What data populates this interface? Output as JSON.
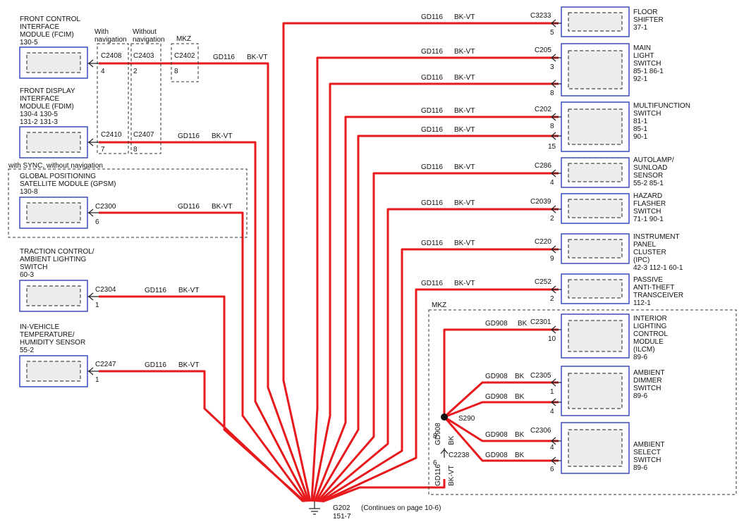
{
  "left_modules": [
    {
      "id": "fcim",
      "lines": [
        "FRONT CONTROL",
        "INTERFACE",
        "MODULE (FCIM)"
      ],
      "refs": [
        "130-5"
      ]
    },
    {
      "id": "fdim",
      "lines": [
        "FRONT DISPLAY",
        "INTERFACE",
        "MODULE (FDIM)"
      ],
      "refs": [
        "130-4    130-5",
        "131-2    131-3"
      ]
    },
    {
      "id": "gpsm",
      "lines": [
        "GLOBAL POSITIONING",
        "SATELLITE MODULE (GPSM)"
      ],
      "refs": [
        "130-8"
      ]
    },
    {
      "id": "traction",
      "lines": [
        "TRACTION CONTROL/",
        "AMBIENT LIGHTING",
        "SWITCH"
      ],
      "refs": [
        "60-3"
      ]
    },
    {
      "id": "temp",
      "lines": [
        "IN-VEHICLE",
        "TEMPERATURE/",
        "HUMIDITY SENSOR"
      ],
      "refs": [
        "55-2"
      ]
    }
  ],
  "option_labels": {
    "with_nav": [
      "With",
      "navigation"
    ],
    "without_nav": [
      "Without",
      "navigation"
    ],
    "mkz": "MKZ",
    "sync": "with SYNC, without navigation",
    "mkz_group": "MKZ"
  },
  "left_connectors": [
    {
      "id": "c2408",
      "name": "C2408",
      "pin": "4"
    },
    {
      "id": "c2403",
      "name": "C2403",
      "pin": "2"
    },
    {
      "id": "c2402",
      "name": "C2402",
      "pin": "8"
    },
    {
      "id": "c2410",
      "name": "C2410",
      "pin": "7"
    },
    {
      "id": "c2407",
      "name": "C2407",
      "pin": "8"
    },
    {
      "id": "c2300",
      "name": "C2300",
      "pin": "6"
    },
    {
      "id": "c2304",
      "name": "C2304",
      "pin": "1"
    },
    {
      "id": "c2247",
      "name": "C2247",
      "pin": "1"
    }
  ],
  "right_modules": [
    {
      "id": "floor",
      "lines": [
        "FLOOR",
        "SHIFTER"
      ],
      "refs": [
        "37-1"
      ]
    },
    {
      "id": "mainlight",
      "lines": [
        "MAIN",
        "LIGHT",
        "SWITCH"
      ],
      "refs": [
        "85-1   86-1",
        "92-1"
      ]
    },
    {
      "id": "multi",
      "lines": [
        "MULTIFUNCTION",
        "SWITCH"
      ],
      "refs": [
        "81-1",
        "85-1",
        "90-1"
      ]
    },
    {
      "id": "autolamp",
      "lines": [
        "AUTOLAMP/",
        "SUNLOAD",
        "SENSOR"
      ],
      "refs": [
        "55-2   85-1"
      ]
    },
    {
      "id": "hazard",
      "lines": [
        "HAZARD",
        "FLASHER",
        "SWITCH"
      ],
      "refs": [
        "71-1   90-1"
      ]
    },
    {
      "id": "ipc",
      "lines": [
        "INSTRUMENT",
        "PANEL",
        "CLUSTER",
        "(IPC)"
      ],
      "refs": [
        "42-3   112-1    60-1"
      ]
    },
    {
      "id": "pats",
      "lines": [
        "PASSIVE",
        "ANTI-THEFT",
        "TRANSCEIVER"
      ],
      "refs": [
        "112-1"
      ]
    },
    {
      "id": "ilcm",
      "lines": [
        "INTERIOR",
        "LIGHTING",
        "CONTROL",
        "MODULE",
        "(ILCM)"
      ],
      "refs": [
        "89-6"
      ]
    },
    {
      "id": "dimmer",
      "lines": [
        "AMBIENT",
        "DIMMER",
        "SWITCH"
      ],
      "refs": [
        "89-6"
      ]
    },
    {
      "id": "select",
      "lines": [
        "AMBIENT",
        "SELECT",
        "SWITCH"
      ],
      "refs": [
        "89-6"
      ]
    }
  ],
  "right_connectors": [
    {
      "id": "c3233",
      "name": "C3233",
      "pins": [
        "5"
      ]
    },
    {
      "id": "c205",
      "name": "C205",
      "pins": [
        "3",
        "8"
      ]
    },
    {
      "id": "c202",
      "name": "C202",
      "pins": [
        "8",
        "15"
      ]
    },
    {
      "id": "c286",
      "name": "C286",
      "pins": [
        "4"
      ]
    },
    {
      "id": "c2039",
      "name": "C2039",
      "pins": [
        "2"
      ]
    },
    {
      "id": "c220",
      "name": "C220",
      "pins": [
        "9"
      ]
    },
    {
      "id": "c252",
      "name": "C252",
      "pins": [
        "2"
      ]
    },
    {
      "id": "c2301",
      "name": "C2301",
      "pins": [
        "10"
      ]
    },
    {
      "id": "c2305",
      "name": "C2305",
      "pins": [
        "1",
        "4"
      ]
    },
    {
      "id": "c2306",
      "name": "C2306",
      "pins": [
        "4",
        "6"
      ]
    }
  ],
  "wire_labels": {
    "circuit_gd116": "GD116",
    "color_bkvt": "BK-VT",
    "circuit_gd908": "GD908",
    "color_bk": "BK"
  },
  "splice": {
    "name": "S290"
  },
  "inline_connector": {
    "name": "C2238",
    "pin_top": "8",
    "pin_bottom": "6"
  },
  "ground": {
    "name": "G202",
    "ref": "151-7",
    "note": "(Continues on page 10-6)"
  },
  "colors": {
    "wire": "#e8191c",
    "module_border": "#2c3fbf",
    "module_fill": "#ececec"
  }
}
